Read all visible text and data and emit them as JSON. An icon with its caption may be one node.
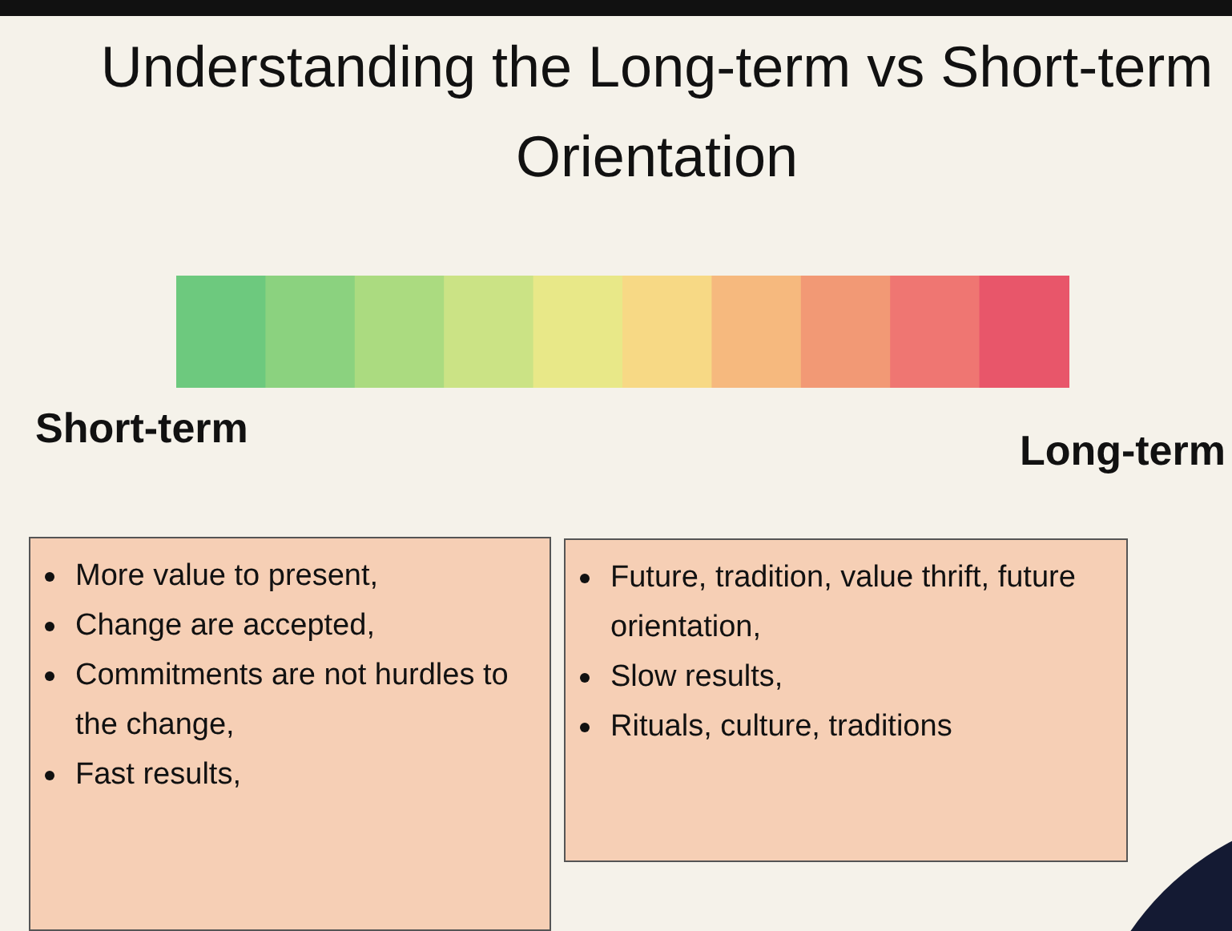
{
  "diagram": {
    "title": "Understanding the Long-term vs Short-term Orientation",
    "nodes": [
      {
        "text": [
          "More value to present,",
          "Change are accepted,",
          "Commitments are not hurdles to the change,",
          "Fast results,"
        ]
      },
      {
        "text": [
          "Future, tradition, value thrift, future orientation,",
          "Slow results,",
          "Rituals, culture, traditions"
        ]
      }
    ],
    "edges": [],
    "labels": [
      "Short-term",
      "Long-term"
    ]
  }
}
